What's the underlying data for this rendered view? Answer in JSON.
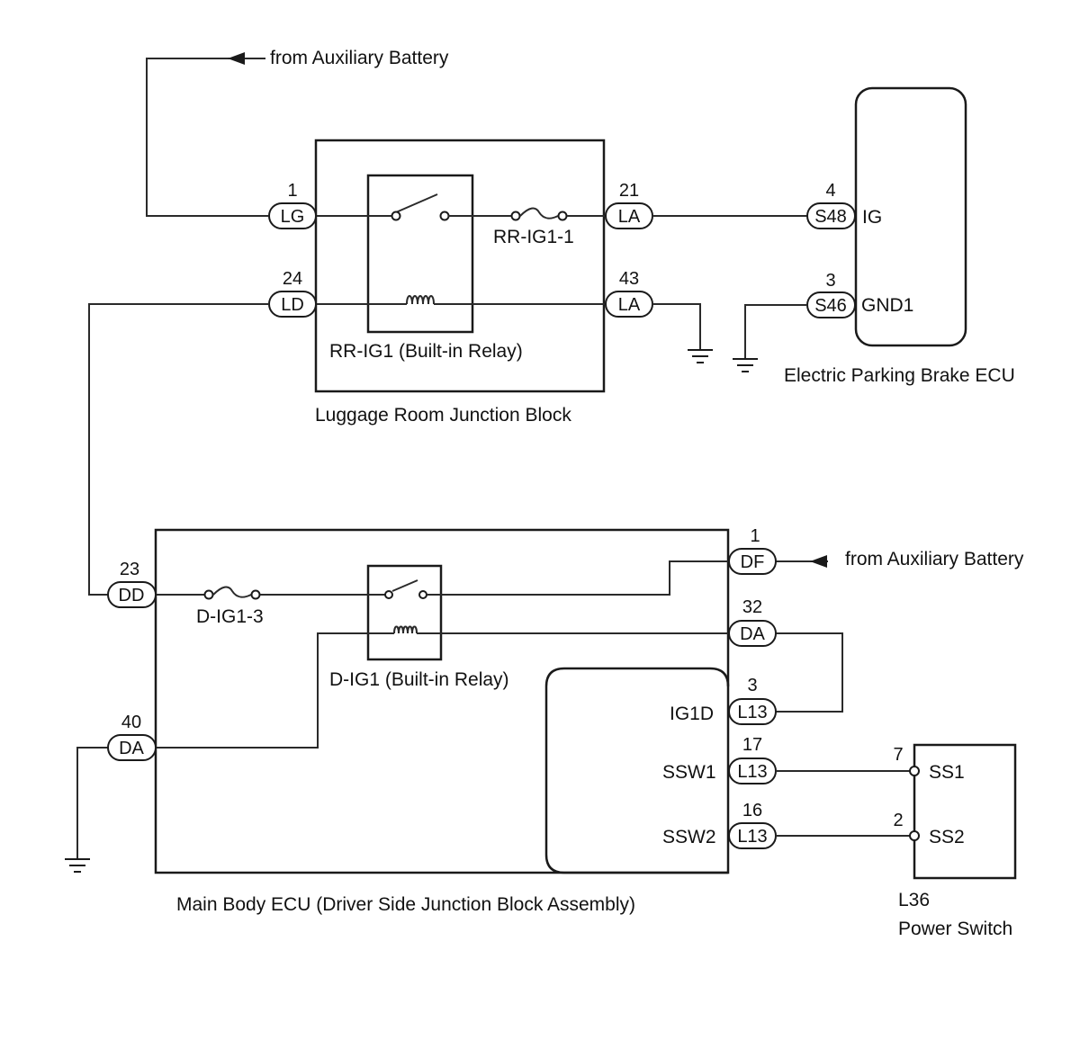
{
  "labels": {
    "aux_battery_top": "from Auxiliary Battery",
    "aux_battery_bottom": "from Auxiliary Battery",
    "luggage_block": "Luggage Room Junction Block",
    "rr_relay": "RR-IG1 (Built-in Relay)",
    "rr_fuse": "RR-IG1-1",
    "epb_ecu": "Electric Parking Brake ECU",
    "epb_ig": "IG",
    "epb_gnd": "GND1",
    "main_body_ecu": "Main Body ECU (Driver Side Junction Block Assembly)",
    "d_fuse": "D-IG1-3",
    "d_relay": "D-IG1 (Built-in Relay)",
    "ig1d": "IG1D",
    "ssw1": "SSW1",
    "ssw2": "SSW2",
    "ps_code": "L36",
    "ps_name": "Power Switch",
    "ps_ss1": "SS1",
    "ps_ss2": "SS2",
    "ps_pin_ss1": "7",
    "ps_pin_ss2": "2"
  },
  "connectors": {
    "lg": {
      "code": "LG",
      "pin": "1"
    },
    "ld": {
      "code": "LD",
      "pin": "24"
    },
    "la21": {
      "code": "LA",
      "pin": "21"
    },
    "la43": {
      "code": "LA",
      "pin": "43"
    },
    "s48": {
      "code": "S48",
      "pin": "4"
    },
    "s46": {
      "code": "S46",
      "pin": "3"
    },
    "dd": {
      "code": "DD",
      "pin": "23"
    },
    "da40": {
      "code": "DA",
      "pin": "40"
    },
    "df": {
      "code": "DF",
      "pin": "1"
    },
    "da32": {
      "code": "DA",
      "pin": "32"
    },
    "l13_3": {
      "code": "L13",
      "pin": "3"
    },
    "l13_17": {
      "code": "L13",
      "pin": "17"
    },
    "l13_16": {
      "code": "L13",
      "pin": "16"
    }
  }
}
